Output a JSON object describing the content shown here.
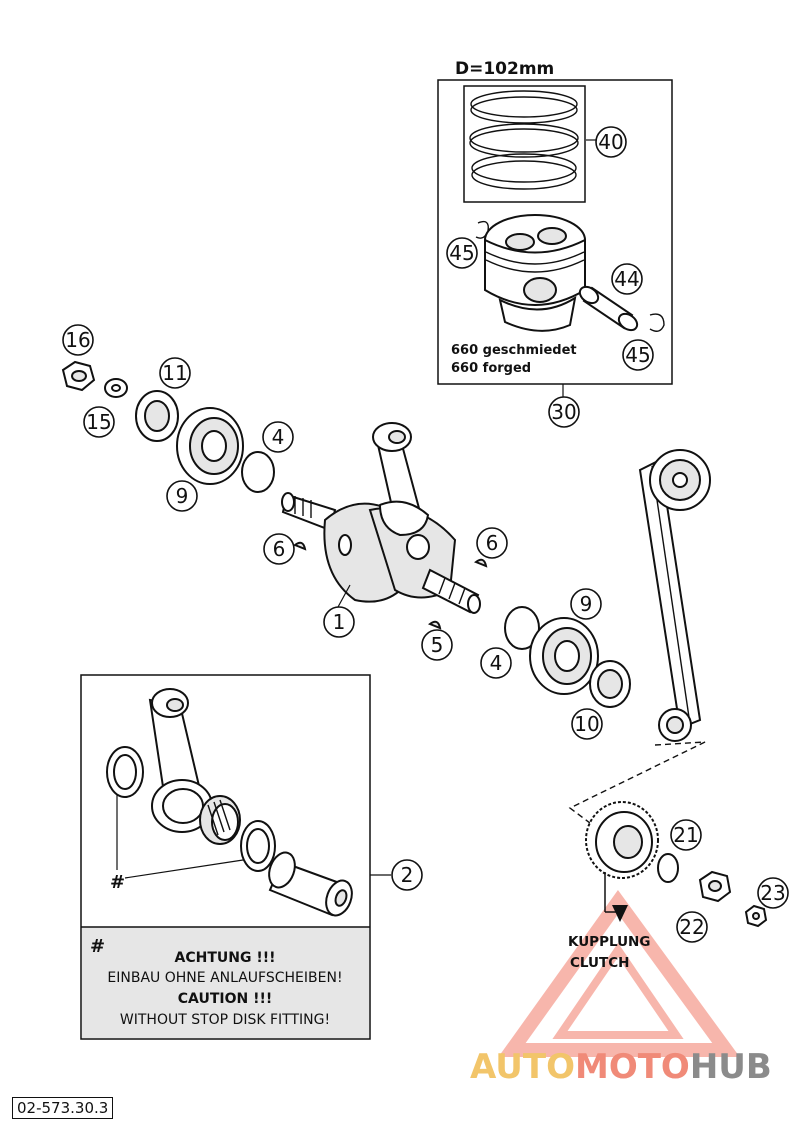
{
  "piston_kit": {
    "bore_label": "D=102mm",
    "forged_de": "660 geschmiedet",
    "forged_en": "660 forged"
  },
  "parts": {
    "p1": "1",
    "p2": "2",
    "p4a": "4",
    "p4b": "4",
    "p5": "5",
    "p6a": "6",
    "p6b": "6",
    "p9a": "9",
    "p9b": "9",
    "p10": "10",
    "p11": "11",
    "p15": "15",
    "p16": "16",
    "p21": "21",
    "p22": "22",
    "p23": "23",
    "p30": "30",
    "p40": "40",
    "p44": "44",
    "p45a": "45",
    "p45b": "45"
  },
  "conrod_kit": {
    "hash_marker": "#",
    "note_hash": "#",
    "note_de_title": "ACHTUNG !!!",
    "note_de_body": "EINBAU OHNE ANLAUFSCHEIBEN!",
    "note_en_title": "CAUTION !!!",
    "note_en_body": "WITHOUT STOP DISK FITTING!"
  },
  "clutch": {
    "label_de": "KUPPLUNG",
    "label_en": "CLUTCH"
  },
  "document_id": "02-573.30.3",
  "watermark": {
    "part1": "AUTO",
    "part2": "MOTO",
    "part3": "HUB",
    "colors": {
      "auto": "#f2c56a",
      "moto": "#f08a78",
      "hub": "#8b8b8b",
      "triangle": "#f27c6a"
    }
  }
}
